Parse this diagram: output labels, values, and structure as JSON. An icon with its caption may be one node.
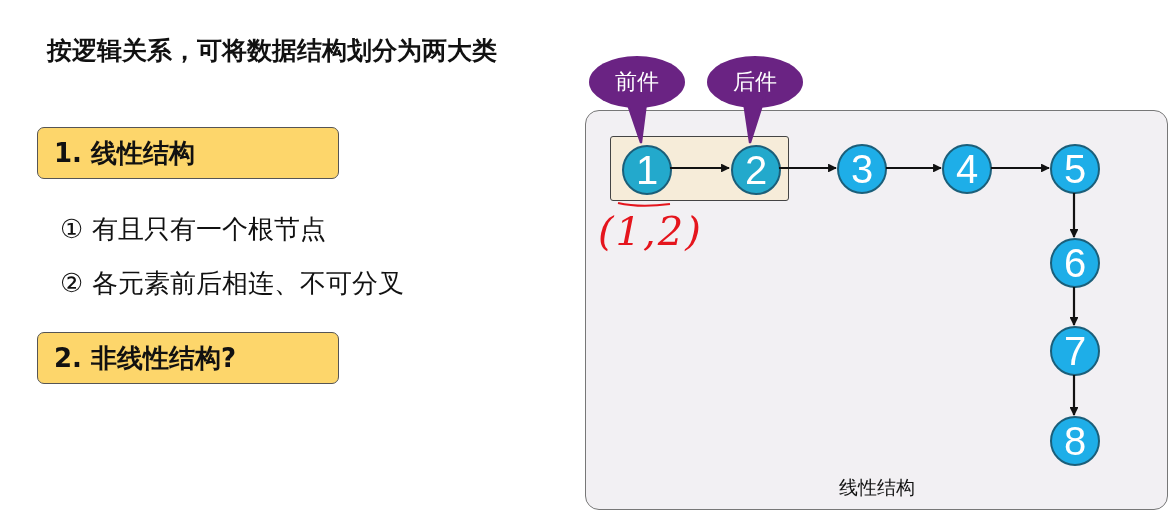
{
  "diagram": {
    "title": "按逻辑关系，可将数据结构划分为两大类",
    "nodes": [
      {
        "text": [
          "1. 线性结构"
        ]
      },
      {
        "text": [
          "2. 非线性结构?"
        ]
      },
      {
        "text": [
          "线性结构"
        ]
      },
      {
        "text": [],
        "shape": "box",
        "in": 2
      },
      {
        "text": [
          "1"
        ],
        "in": 3
      },
      {
        "text": [
          "2"
        ],
        "in": 3
      },
      {
        "text": [
          "3"
        ],
        "in": 2
      },
      {
        "text": [
          "4"
        ],
        "in": 2
      },
      {
        "text": [
          "5"
        ],
        "in": 2
      },
      {
        "text": [
          "6"
        ],
        "in": 2
      },
      {
        "text": [
          "7"
        ],
        "in": 2
      },
      {
        "text": [
          "8"
        ],
        "in": 2
      },
      {
        "text": [
          "前件"
        ]
      },
      {
        "text": [
          "后件"
        ]
      }
    ],
    "edges": [
      {
        "from": 4,
        "to": 5,
        "arrow": "to"
      },
      {
        "from": 5,
        "to": 6,
        "arrow": "to"
      },
      {
        "from": 6,
        "to": 7,
        "arrow": "to"
      },
      {
        "from": 7,
        "to": 8,
        "arrow": "to"
      },
      {
        "from": 8,
        "to": 9,
        "arrow": "to"
      },
      {
        "from": 9,
        "to": 10,
        "arrow": "to"
      },
      {
        "from": 10,
        "to": 11,
        "arrow": "to"
      },
      {
        "from": 12,
        "to": 4,
        "arrow": "none",
        "color": "#6a2383"
      },
      {
        "from": 13,
        "to": 5,
        "arrow": "none",
        "color": "#6a2383"
      }
    ],
    "labels": [
      "① 有且只有一个根节点",
      "② 各元素前后相连、不可分叉",
      "(1,2)"
    ]
  }
}
